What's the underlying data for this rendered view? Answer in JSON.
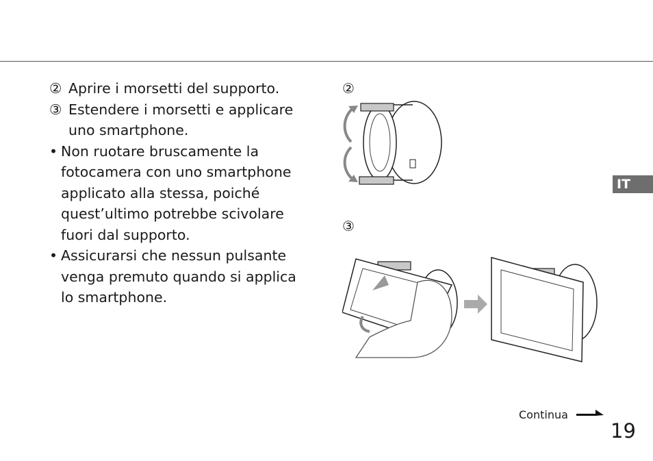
{
  "steps": [
    {
      "num": "②",
      "text": "Aprire i morsetti del supporto."
    },
    {
      "num": "③",
      "text": "Estendere i morsetti e applicare uno smartphone."
    }
  ],
  "bullets": [
    {
      "dot": "•",
      "text": "Non ruotare bruscamente la fotocamera con uno smartphone applicato alla stessa, poiché quest’ultimo potrebbe scivolare fuori dal supporto."
    },
    {
      "dot": "•",
      "text": "Assicurarsi che nessun pulsante venga premuto quando si applica lo smartphone."
    }
  ],
  "figures": {
    "fig2_label": "②",
    "fig3_label": "③"
  },
  "language_tab": "IT",
  "footer": {
    "continue_label": "Continua",
    "page_number": "19"
  }
}
